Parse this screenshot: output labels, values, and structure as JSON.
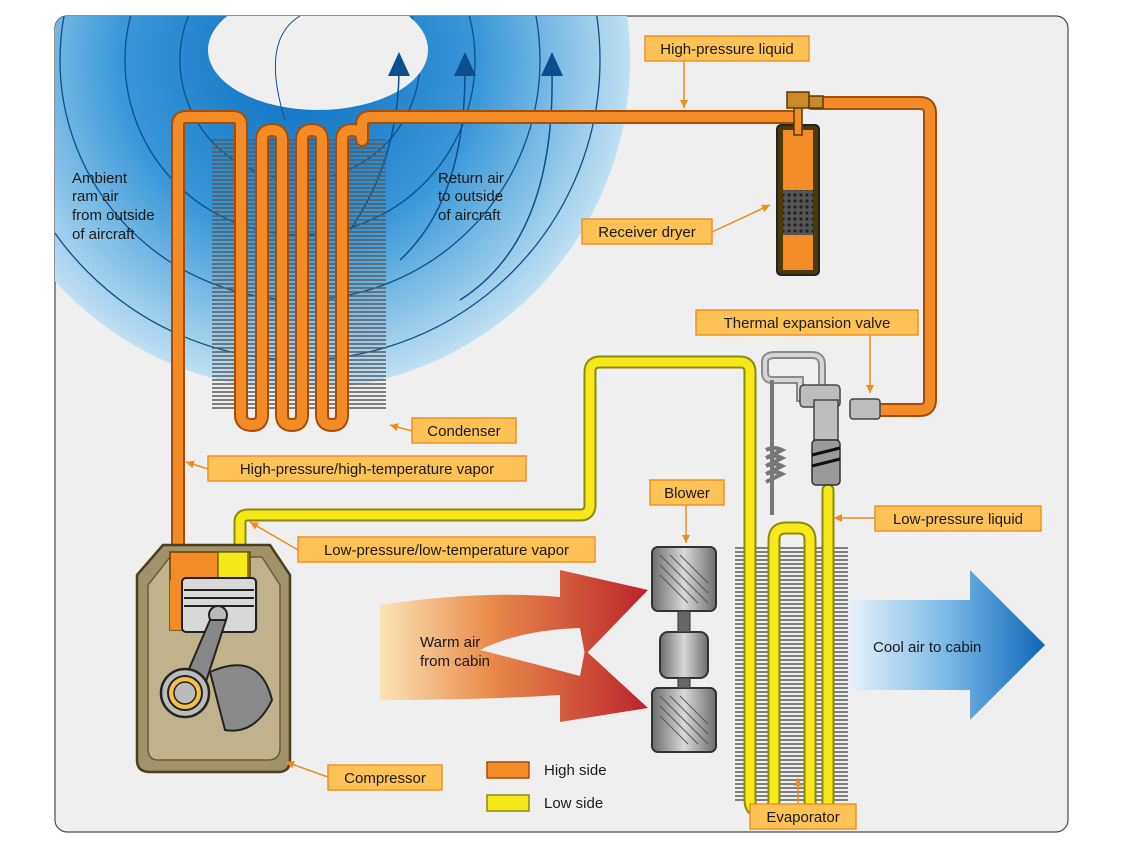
{
  "colors": {
    "high_side": "#f38b26",
    "low_side": "#f7e81a",
    "panel_bg": "#efeff0",
    "label_bg": "#fec257",
    "label_border": "#f08c1c",
    "ram_air": "#2a8fd6",
    "warm_air": "#c6262e",
    "cool_air": "#1976c4"
  },
  "labels": {
    "high_pressure_liquid": "High-pressure liquid",
    "receiver_dryer": "Receiver dryer",
    "thermal_expansion_valve": "Thermal expansion valve",
    "condenser": "Condenser",
    "hp_ht_vapor": "High-pressure/high-temperature vapor",
    "lp_lt_vapor": "Low-pressure/low-temperature vapor",
    "blower": "Blower",
    "low_pressure_liquid": "Low-pressure liquid",
    "compressor": "Compressor",
    "evaporator": "Evaporator"
  },
  "captions": {
    "ambient": [
      "Ambient",
      "ram air",
      "from outside",
      "of aircraft"
    ],
    "return_air": [
      "Return air",
      "to outside",
      "of aircraft"
    ],
    "warm_air": [
      "Warm air",
      "from cabin"
    ],
    "cool_air": "Cool air to cabin"
  },
  "legend": {
    "high": "High side",
    "low": "Low side"
  }
}
